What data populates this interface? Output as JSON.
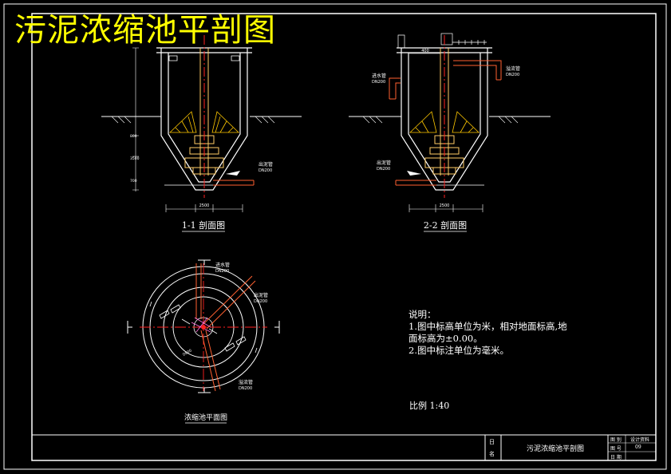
{
  "title": "污泥浓缩池平剖图",
  "colors": {
    "background": "#000000",
    "frame": "#ffffff",
    "title": "#ffff00",
    "axis": "#ff2020",
    "dimension": "#ff2020",
    "hatch": "#ffc800",
    "pipe": "#ff6030",
    "equipment": "#ffcc66"
  },
  "section_1": {
    "caption": "1-1 剖面图",
    "labels": {
      "outlet": "出泥管",
      "outlet_dn": "DN200"
    },
    "dims": {
      "bottom_width": "2500",
      "d1": "800",
      "d2": "3500",
      "d3": "700"
    }
  },
  "section_2": {
    "caption": "2-2 剖面图",
    "labels": {
      "inlet": "进水管",
      "inlet_dn": "DN200",
      "overflow": "溢流管",
      "overflow_dn": "DN200",
      "outlet": "出泥管",
      "outlet_dn": "DN200",
      "top_dim": "400"
    },
    "dims": {
      "bottom_width": "2500"
    }
  },
  "plan": {
    "caption": "浓缩池平面图",
    "labels": {
      "inlet": "进水管",
      "inlet_dn": "DN200",
      "sludge": "出泥管",
      "sludge_dn": "DN200",
      "overflow": "溢流管",
      "overflow_dn": "DN200",
      "dia": "D800"
    }
  },
  "notes": {
    "heading": "说明：",
    "items": [
      "1.图中标高单位为米，相对地面标高,地",
      "面标高为±0.00。",
      "2.图中标注单位为毫米。"
    ]
  },
  "scale": "比例  1:40",
  "title_block": {
    "drawing_name": "污泥浓缩池平剖图",
    "left_a": "日",
    "left_b": "名",
    "cells": [
      "图  别",
      "设计资料",
      "图  号",
      "09",
      "日  期",
      ""
    ]
  }
}
